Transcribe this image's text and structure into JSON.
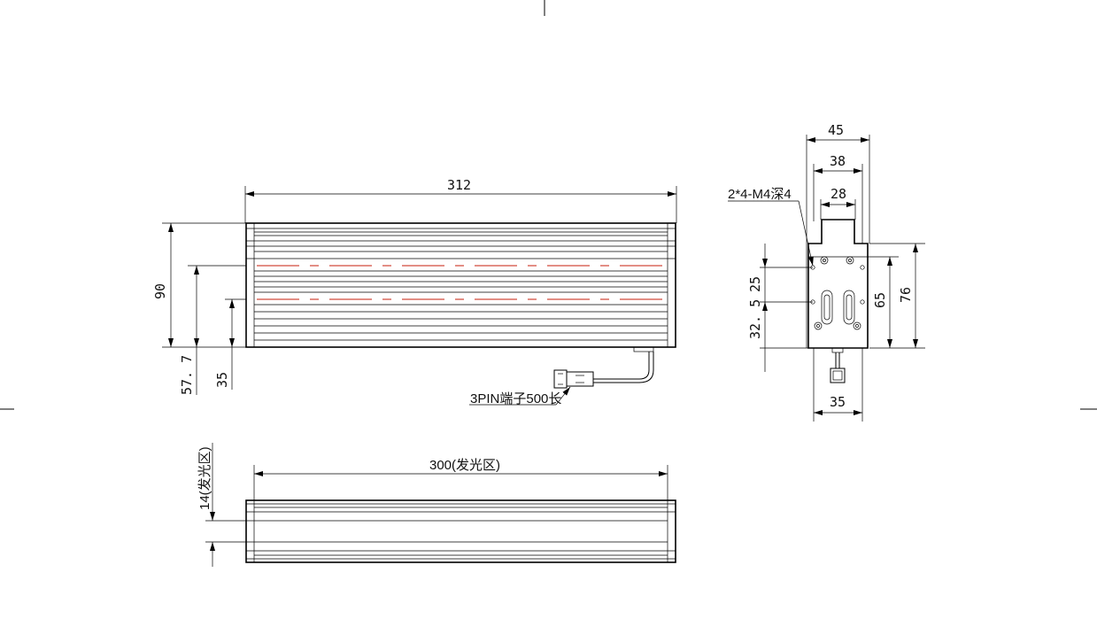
{
  "front_view": {
    "length_312": "312",
    "height_90": "90",
    "offset_57_7": "57. 7",
    "offset_35": "35",
    "connector_note": "3PIN端子500长"
  },
  "side_view": {
    "width_45": "45",
    "width_38": "38",
    "width_28": "28",
    "thread_note": "2*4-M4深4",
    "spacing_25": "25",
    "spacing_32_5": "32. 5",
    "height_65": "65",
    "height_76": "76",
    "bottom_35": "35"
  },
  "bottom_view": {
    "length_300": "300(发光区)",
    "width_14": "14(发光区)"
  }
}
